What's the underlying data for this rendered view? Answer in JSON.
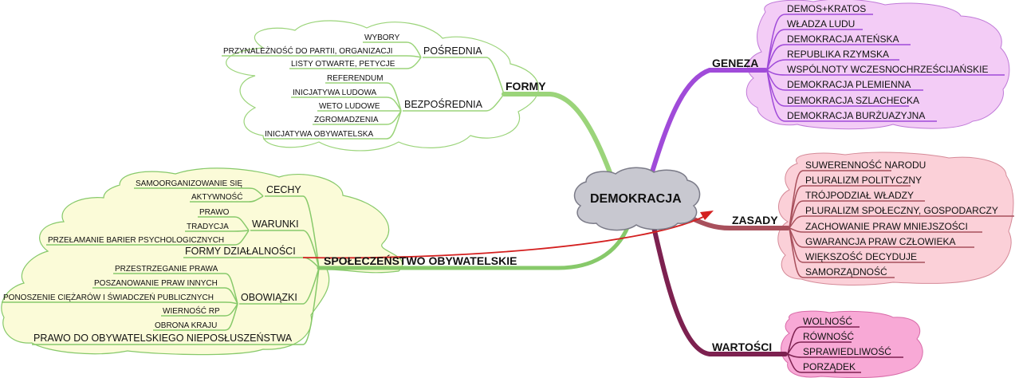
{
  "center": {
    "label": "DEMOKRACJA"
  },
  "branches": {
    "geneza": {
      "label": "GENEZA",
      "items": [
        "DEMOS+KRATOS",
        "WŁADZA LUDU",
        "DEMOKRACJA ATEŃSKA",
        "REPUBLIKA RZYMSKA",
        "WSPÓLNOTY WCZESNOCHRZEŚCIJAŃSKIE",
        "DEMOKRACJA PLEMIENNA",
        "DEMOKRACJA SZLACHECKA",
        "DEMOKRACJA BURŻUAZYJNA"
      ]
    },
    "zasady": {
      "label": "ZASADY",
      "items": [
        "SUWERENNOŚĆ NARODU",
        "PLURALIZM POLITYCZNY",
        "TRÓJPODZIAŁ WŁADZY",
        "PLURALIZM SPOŁECZNY, GOSPODARCZY",
        "ZACHOWANIE PRAW MNIEJSZOŚCI",
        "GWARANCJA PRAW CZŁOWIEKA",
        "WIĘKSZOŚĆ DECYDUJE",
        "SAMORZĄDNOŚĆ"
      ]
    },
    "wartosci": {
      "label": "WARTOŚCI",
      "items": [
        "WOLNOŚĆ",
        "RÓWNOŚĆ",
        "SPRAWIEDLIWOŚĆ",
        "PORZĄDEK"
      ]
    },
    "formy": {
      "label": "FORMY",
      "posrednia": {
        "label": "POŚREDNIA",
        "items": [
          "WYBORY",
          "PRZYNALEŻNOŚĆ DO PARTII, ORGANIZACJI",
          "LISTY OTWARTE, PETYCJE"
        ]
      },
      "bezposrednia": {
        "label": "BEZPOŚREDNIA",
        "items": [
          "REFERENDUM",
          "INICJATYWA LUDOWA",
          "WETO LUDOWE",
          "ZGROMADZENIA",
          "INICJATYWA OBYWATELSKA"
        ]
      }
    },
    "spoleczenstwo": {
      "label": "SPOŁECZEŃSTWO OBYWATELSKIE",
      "cechy": {
        "label": "CECHY",
        "items": [
          "SAMOORGANIZOWANIE SIĘ",
          "AKTYWNOŚĆ"
        ]
      },
      "warunki": {
        "label": "WARUNKI",
        "items": [
          "PRAWO",
          "TRADYCJA",
          "PRZEŁAMANIE BARIER PSYCHOLOGICZNYCH"
        ]
      },
      "formy_dzialalnosci": {
        "label": "FORMY DZIAŁALNOŚCI"
      },
      "obowiazki": {
        "label": "OBOWIĄZKI",
        "items": [
          "PRZESTRZEGANIE PRAWA",
          "POSZANOWANIE PRAW INNYCH",
          "PONOSZENIE CIĘŻARÓW I ŚWIADCZEŃ PUBLICZNYCH",
          "WIERNOŚĆ RP",
          "OBRONA KRAJU"
        ]
      },
      "prawo": {
        "label": "PRAWO DO OBYWATELSKIEGO NIEPOSŁUSZEŃSTWA"
      }
    }
  },
  "colors": {
    "geneza": "#a04bd9",
    "geneza_cloud": "#f3ccf6",
    "zasady": "#a8505c",
    "zasady_cloud": "#fbd0d8",
    "wartosci": "#7d2150",
    "wartosci_cloud": "#f8a9d6",
    "formy": "#9bd47a",
    "spoleczenstwo": "#87c96a",
    "left_cloud": "#fbfbd8",
    "center_cloud": "#c8c8d0",
    "arrow": "#d42020"
  }
}
